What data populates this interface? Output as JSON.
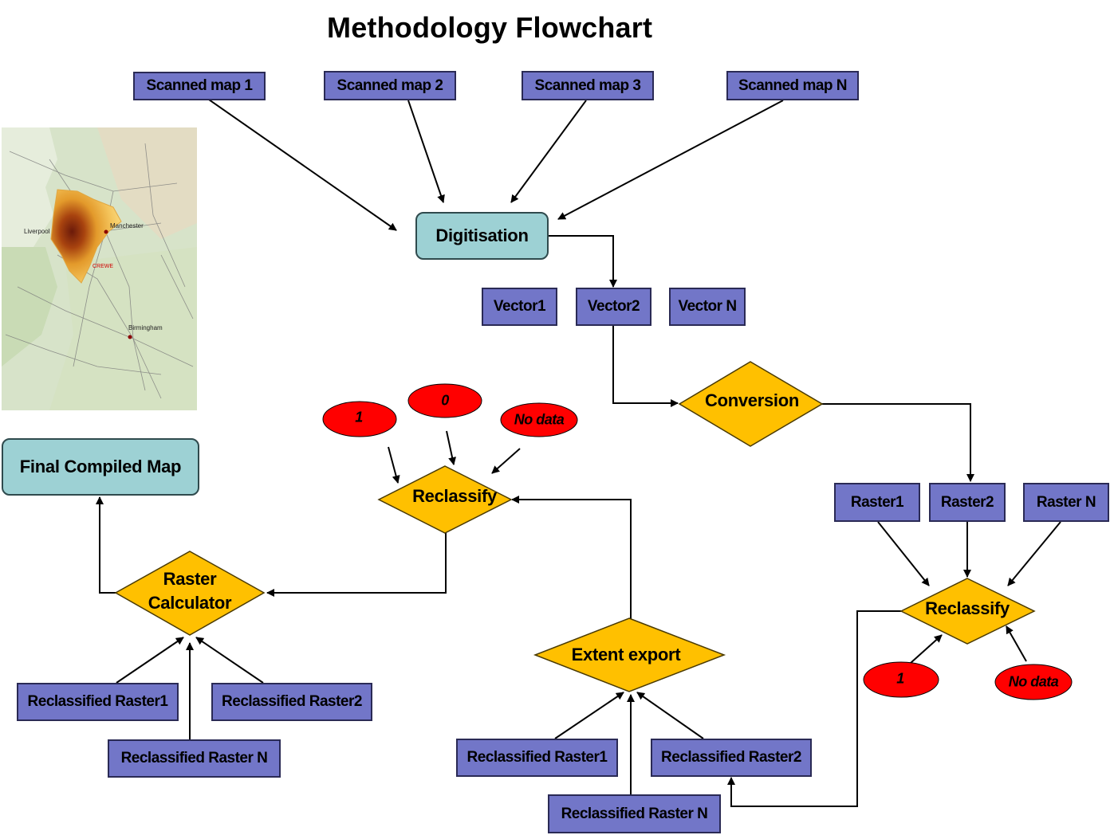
{
  "title": "Methodology Flowchart",
  "scanned_maps": [
    "Scanned map 1",
    "Scanned map 2",
    "Scanned map 3",
    "Scanned map N"
  ],
  "digitisation": "Digitisation",
  "vectors": [
    "Vector1",
    "Vector2",
    "Vector N"
  ],
  "conversion": "Conversion",
  "rasters": [
    "Raster1",
    "Raster2",
    "Raster N"
  ],
  "reclassify_right": "Reclassify",
  "reclassify_right_values": [
    "1",
    "No data"
  ],
  "reclassify_center": "Reclassify",
  "reclassify_center_values": [
    "1",
    "0",
    "No data"
  ],
  "extent_export": "Extent export",
  "extent_inputs": [
    "Reclassified Raster1",
    "Reclassified Raster2",
    "Reclassified Raster N"
  ],
  "raster_calculator": "Raster Calculator",
  "raster_calculator_lines": [
    "Raster",
    "Calculator"
  ],
  "calculator_inputs": [
    "Reclassified Raster1",
    "Reclassified Raster2",
    "Reclassified Raster N"
  ],
  "final_map": "Final Compiled Map",
  "map_labels": {
    "liverpool": "Liverpool",
    "manchester": "Manchester",
    "crewe": "CREWE",
    "birmingham": "Birmingham"
  },
  "colors": {
    "rect_fill": "#7276c8",
    "rounded_fill": "#9dd1d4",
    "diamond_fill": "#ffc000",
    "oval_fill": "#ff0000"
  }
}
